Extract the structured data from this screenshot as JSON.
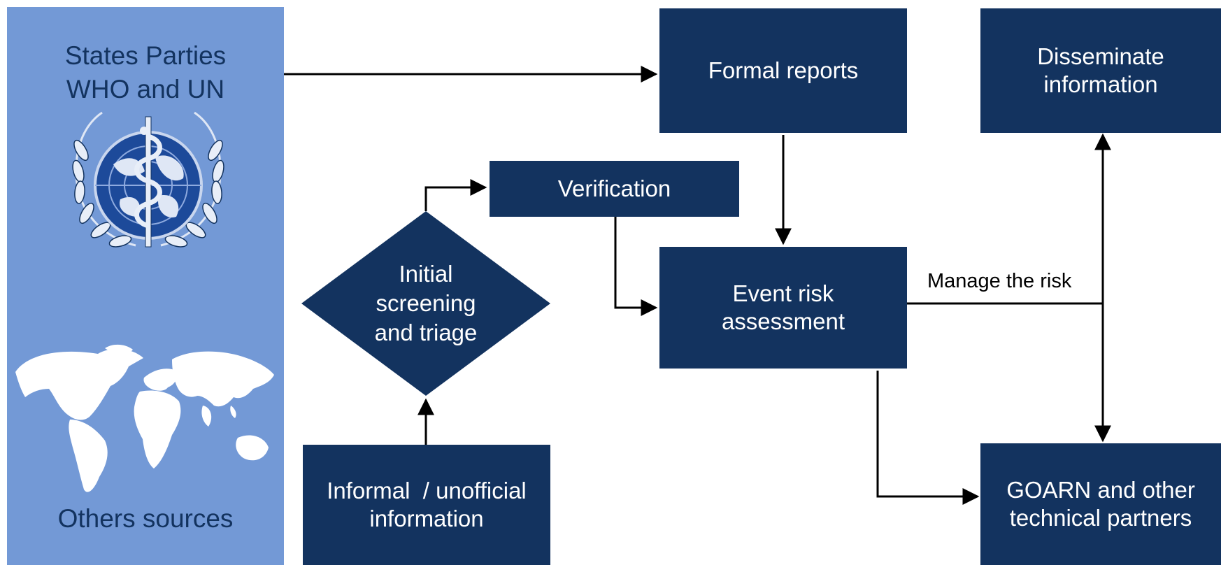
{
  "sources": {
    "official_label_lines": [
      "States Parties",
      "WHO and UN"
    ],
    "other_label": "Others sources",
    "emblem_icon": "who-emblem-icon",
    "map_icon": "world-map-icon"
  },
  "nodes": {
    "formal_reports": [
      "Formal reports"
    ],
    "disseminate": [
      "Disseminate",
      "information"
    ],
    "verification": [
      "Verification"
    ],
    "screening": [
      "Initial",
      "screening",
      "and triage"
    ],
    "event_risk": [
      "Event risk",
      "assessment"
    ],
    "informal": [
      "Informal  / unofficial",
      "information"
    ],
    "goarn": [
      "GOARN and other",
      "technical partners"
    ]
  },
  "edge_labels": {
    "manage_risk": "Manage the risk"
  },
  "colors": {
    "node_fill": "#13335f",
    "panel_fill": "#7399d6",
    "panel_text": "#13335f",
    "node_text": "#ffffff",
    "arrow": "#000000"
  }
}
